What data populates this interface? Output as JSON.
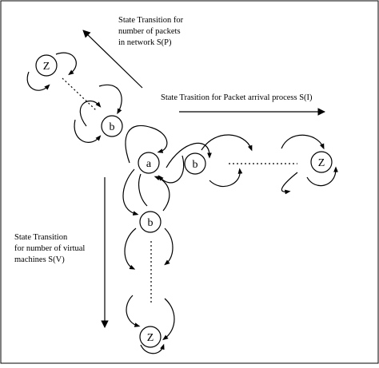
{
  "labels": {
    "packets_line1": "State Transition for",
    "packets_line2": "number of packets",
    "packets_line3": "in network S(P)",
    "arrival": "State Trasition for Packet arrival process S(I)",
    "vm_line1": "State Transition",
    "vm_line2": "for number of virtual",
    "vm_line3": "machines S(V)"
  },
  "nodes": {
    "center": "a",
    "diag_b": "b",
    "diag_z": "Z",
    "right_b": "b",
    "right_z": "Z",
    "down_b": "b",
    "down_z": "Z"
  }
}
